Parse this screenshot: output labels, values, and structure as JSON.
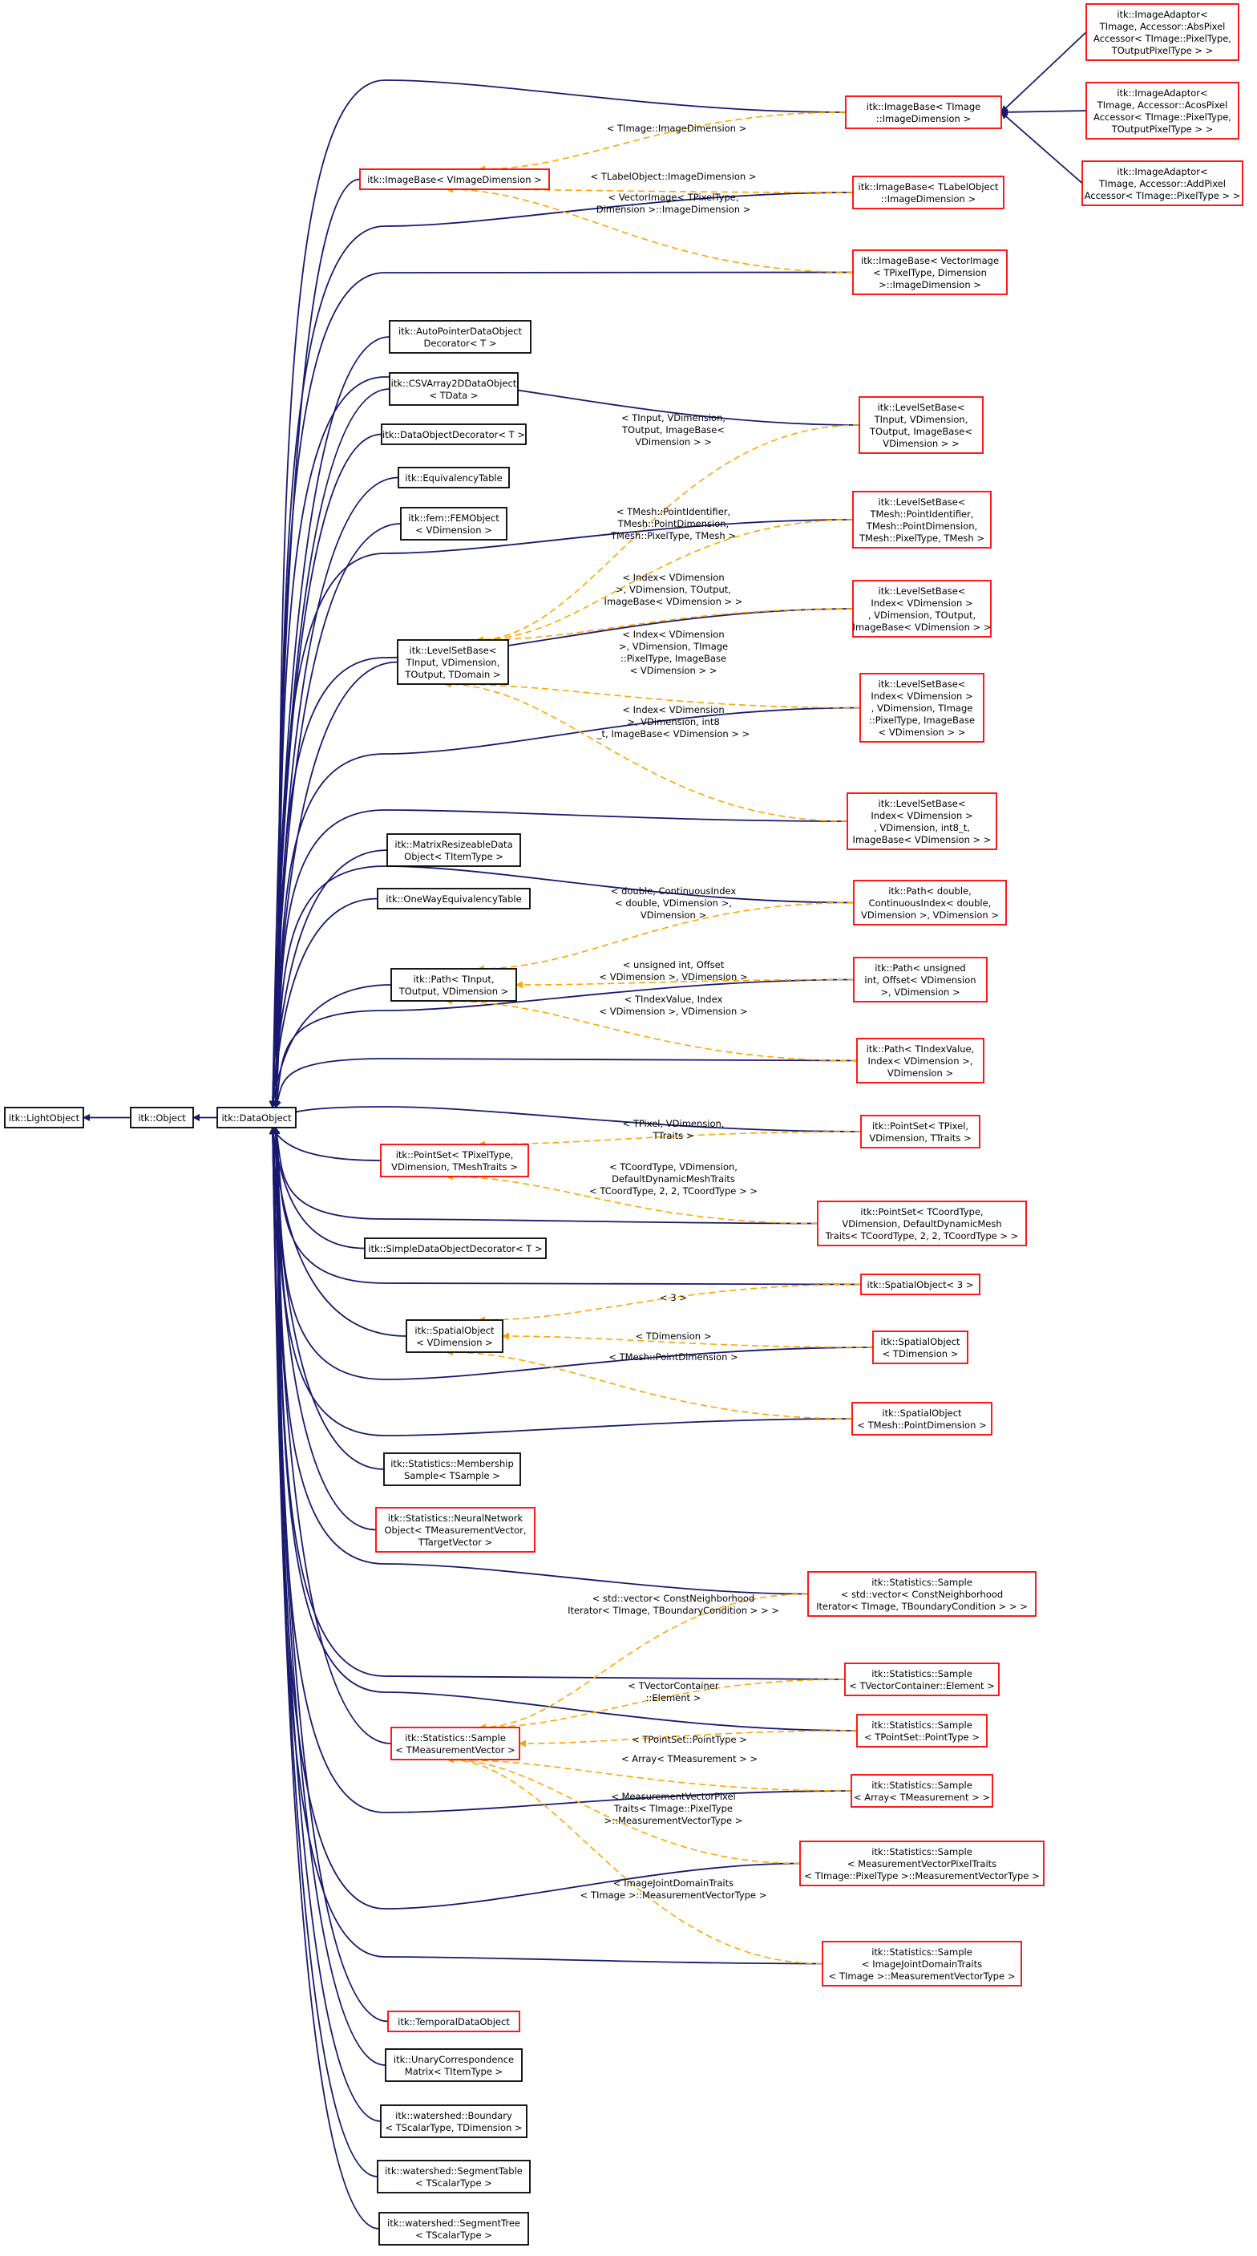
{
  "colors": {
    "inheritance": "#191970",
    "template": "#ffa500",
    "node_default_border": "#000000",
    "node_undocumented_border": "#ff0000",
    "node_focus_fill": "#bfbfbf"
  },
  "nodes": [
    {
      "id": "lightobject",
      "lines": [
        "itk::LightObject"
      ],
      "kind": "default"
    },
    {
      "id": "object",
      "lines": [
        "itk::Object"
      ],
      "kind": "default"
    },
    {
      "id": "dataobject",
      "lines": [
        "itk::DataObject"
      ],
      "kind": "focus"
    },
    {
      "id": "imagebase",
      "lines": [
        "itk::ImageBase< VImageDimension >"
      ],
      "kind": "red"
    },
    {
      "id": "imagebase_t",
      "lines": [
        "itk::ImageBase< TImage",
        "::ImageDimension >"
      ],
      "kind": "red"
    },
    {
      "id": "imagebase_label",
      "lines": [
        "itk::ImageBase< TLabelObject",
        "::ImageDimension >"
      ],
      "kind": "red"
    },
    {
      "id": "imagebase_vec",
      "lines": [
        "itk::ImageBase< VectorImage",
        "< TPixelType, Dimension",
        ">::ImageDimension >"
      ],
      "kind": "red"
    },
    {
      "id": "adaptor_abs",
      "lines": [
        "itk::ImageAdaptor<",
        "TImage, Accessor::AbsPixel",
        "Accessor< TImage::PixelType,",
        "TOutputPixelType > >"
      ],
      "kind": "red"
    },
    {
      "id": "adaptor_acos",
      "lines": [
        "itk::ImageAdaptor<",
        "TImage, Accessor::AcosPixel",
        "Accessor< TImage::PixelType,",
        "TOutputPixelType > >"
      ],
      "kind": "red"
    },
    {
      "id": "adaptor_add",
      "lines": [
        "itk::ImageAdaptor<",
        "TImage, Accessor::AddPixel",
        "Accessor< TImage::PixelType > >"
      ],
      "kind": "red"
    },
    {
      "id": "autopointer",
      "lines": [
        "itk::AutoPointerDataObject",
        "Decorator< T >"
      ],
      "kind": "default"
    },
    {
      "id": "csvarray",
      "lines": [
        "itk::CSVArray2DDataObject",
        "< TData >"
      ],
      "kind": "default"
    },
    {
      "id": "dodecorator",
      "lines": [
        "itk::DataObjectDecorator< T >"
      ],
      "kind": "default"
    },
    {
      "id": "equivalency",
      "lines": [
        "itk::EquivalencyTable"
      ],
      "kind": "default"
    },
    {
      "id": "femobject",
      "lines": [
        "itk::fem::FEMObject",
        "< VDimension >"
      ],
      "kind": "default"
    },
    {
      "id": "levelsetbase",
      "lines": [
        "itk::LevelSetBase<",
        "TInput, VDimension,",
        "TOutput, TDomain >"
      ],
      "kind": "default"
    },
    {
      "id": "lsb1",
      "lines": [
        "itk::LevelSetBase<",
        "TInput, VDimension,",
        "TOutput, ImageBase<",
        "VDimension > >"
      ],
      "kind": "red"
    },
    {
      "id": "lsb2",
      "lines": [
        "itk::LevelSetBase<",
        "TMesh::PointIdentifier,",
        "TMesh::PointDimension,",
        "TMesh::PixelType, TMesh >"
      ],
      "kind": "red"
    },
    {
      "id": "lsb3",
      "lines": [
        "itk::LevelSetBase<",
        "Index< VDimension >",
        ", VDimension, TOutput,",
        "ImageBase< VDimension > >"
      ],
      "kind": "red"
    },
    {
      "id": "lsb4",
      "lines": [
        "itk::LevelSetBase<",
        "Index< VDimension >",
        ", VDimension, TImage",
        "::PixelType, ImageBase",
        "< VDimension > >"
      ],
      "kind": "red"
    },
    {
      "id": "lsb5",
      "lines": [
        "itk::LevelSetBase<",
        "Index< VDimension >",
        ", VDimension, int8_t,",
        "ImageBase< VDimension > >"
      ],
      "kind": "red"
    },
    {
      "id": "matrixresizeable",
      "lines": [
        "itk::MatrixResizeableData",
        "Object< TItemType >"
      ],
      "kind": "default"
    },
    {
      "id": "onewayequiv",
      "lines": [
        "itk::OneWayEquivalencyTable"
      ],
      "kind": "default"
    },
    {
      "id": "path",
      "lines": [
        "itk::Path< TInput,",
        "TOutput, VDimension >"
      ],
      "kind": "default"
    },
    {
      "id": "path1",
      "lines": [
        "itk::Path< double,",
        "ContinuousIndex< double,",
        "VDimension >, VDimension >"
      ],
      "kind": "red"
    },
    {
      "id": "path2",
      "lines": [
        "itk::Path< unsigned",
        "int, Offset< VDimension",
        ">, VDimension >"
      ],
      "kind": "red"
    },
    {
      "id": "path3",
      "lines": [
        "itk::Path< TIndexValue,",
        "Index< VDimension >,",
        "VDimension >"
      ],
      "kind": "red"
    },
    {
      "id": "pointset",
      "lines": [
        "itk::PointSet< TPixelType,",
        "VDimension, TMeshTraits >"
      ],
      "kind": "red"
    },
    {
      "id": "pointset1",
      "lines": [
        "itk::PointSet< TPixel,",
        "VDimension, TTraits >"
      ],
      "kind": "red"
    },
    {
      "id": "pointset2",
      "lines": [
        "itk::PointSet< TCoordType,",
        "VDimension, DefaultDynamicMesh",
        "Traits< TCoordType, 2, 2, TCoordType > >"
      ],
      "kind": "red"
    },
    {
      "id": "simpledecorator",
      "lines": [
        "itk::SimpleDataObjectDecorator< T >"
      ],
      "kind": "default"
    },
    {
      "id": "spatialobject",
      "lines": [
        "itk::SpatialObject",
        "< VDimension >"
      ],
      "kind": "default"
    },
    {
      "id": "so1",
      "lines": [
        "itk::SpatialObject< 3 >"
      ],
      "kind": "red"
    },
    {
      "id": "so2",
      "lines": [
        "itk::SpatialObject",
        "< TDimension >"
      ],
      "kind": "red"
    },
    {
      "id": "so3",
      "lines": [
        "itk::SpatialObject",
        "< TMesh::PointDimension >"
      ],
      "kind": "red"
    },
    {
      "id": "membership",
      "lines": [
        "itk::Statistics::Membership",
        "Sample< TSample >"
      ],
      "kind": "default"
    },
    {
      "id": "neuralnet",
      "lines": [
        "itk::Statistics::NeuralNetwork",
        "Object< TMeasurementVector,",
        "TTargetVector >"
      ],
      "kind": "red"
    },
    {
      "id": "sample",
      "lines": [
        "itk::Statistics::Sample",
        "< TMeasurementVector >"
      ],
      "kind": "red"
    },
    {
      "id": "sample1",
      "lines": [
        "itk::Statistics::Sample",
        "< std::vector< ConstNeighborhood",
        "Iterator< TImage, TBoundaryCondition > > >"
      ],
      "kind": "red"
    },
    {
      "id": "sample2",
      "lines": [
        "itk::Statistics::Sample",
        "< TVectorContainer::Element >"
      ],
      "kind": "red"
    },
    {
      "id": "sample3",
      "lines": [
        "itk::Statistics::Sample",
        "< TPointSet::PointType >"
      ],
      "kind": "red"
    },
    {
      "id": "sample4",
      "lines": [
        "itk::Statistics::Sample",
        "< Array< TMeasurement > >"
      ],
      "kind": "red"
    },
    {
      "id": "sample5",
      "lines": [
        "itk::Statistics::Sample",
        "< MeasurementVectorPixelTraits",
        "< TImage::PixelType >::MeasurementVectorType >"
      ],
      "kind": "red"
    },
    {
      "id": "sample6",
      "lines": [
        "itk::Statistics::Sample",
        "< ImageJointDomainTraits",
        "< TImage >::MeasurementVectorType >"
      ],
      "kind": "red"
    },
    {
      "id": "temporal",
      "lines": [
        "itk::TemporalDataObject"
      ],
      "kind": "red"
    },
    {
      "id": "unarycorr",
      "lines": [
        "itk::UnaryCorrespondence",
        "Matrix< TItemType >"
      ],
      "kind": "default"
    },
    {
      "id": "wsboundary",
      "lines": [
        "itk::watershed::Boundary",
        "< TScalarType, TDimension >"
      ],
      "kind": "default"
    },
    {
      "id": "wssegtable",
      "lines": [
        "itk::watershed::SegmentTable",
        "< TScalarType >"
      ],
      "kind": "default"
    },
    {
      "id": "wssegtree",
      "lines": [
        "itk::watershed::SegmentTree",
        "< TScalarType >"
      ],
      "kind": "default"
    }
  ],
  "edge_labels": [
    {
      "id": "lbl_ib_t",
      "lines": [
        "< TImage::ImageDimension >"
      ]
    },
    {
      "id": "lbl_ib_label",
      "lines": [
        "< TLabelObject::ImageDimension >"
      ]
    },
    {
      "id": "lbl_ib_vec",
      "lines": [
        "< VectorImage< TPixelType,",
        "Dimension >::ImageDimension >"
      ]
    },
    {
      "id": "lbl_lsb1",
      "lines": [
        "< TInput, VDimension,",
        "TOutput, ImageBase<",
        "VDimension > >"
      ]
    },
    {
      "id": "lbl_lsb2",
      "lines": [
        "< TMesh::PointIdentifier,",
        "TMesh::PointDimension,",
        "TMesh::PixelType, TMesh >"
      ]
    },
    {
      "id": "lbl_lsb3",
      "lines": [
        "< Index< VDimension",
        ">, VDimension, TOutput,",
        "ImageBase< VDimension > >"
      ]
    },
    {
      "id": "lbl_lsb4",
      "lines": [
        "< Index< VDimension",
        ">, VDimension, TImage",
        "::PixelType, ImageBase",
        "< VDimension > >"
      ]
    },
    {
      "id": "lbl_lsb5",
      "lines": [
        "< Index< VDimension",
        ">, VDimension, int8",
        "_t, ImageBase< VDimension > >"
      ]
    },
    {
      "id": "lbl_path1",
      "lines": [
        "< double, ContinuousIndex",
        "< double, VDimension >,",
        "VDimension >"
      ]
    },
    {
      "id": "lbl_path2",
      "lines": [
        "< unsigned int, Offset",
        "< VDimension >, VDimension >"
      ]
    },
    {
      "id": "lbl_path3",
      "lines": [
        "< TIndexValue, Index",
        "< VDimension >, VDimension >"
      ]
    },
    {
      "id": "lbl_ps1",
      "lines": [
        "< TPixel, VDimension,",
        "TTraits >"
      ]
    },
    {
      "id": "lbl_ps2",
      "lines": [
        "< TCoordType, VDimension,",
        "DefaultDynamicMeshTraits",
        "< TCoordType, 2, 2, TCoordType > >"
      ]
    },
    {
      "id": "lbl_so1",
      "lines": [
        "< 3 >"
      ]
    },
    {
      "id": "lbl_so2",
      "lines": [
        "< TDimension >"
      ]
    },
    {
      "id": "lbl_so3",
      "lines": [
        "< TMesh::PointDimension >"
      ]
    },
    {
      "id": "lbl_s1",
      "lines": [
        "< std::vector< ConstNeighborhood",
        "Iterator< TImage, TBoundaryCondition > > >"
      ]
    },
    {
      "id": "lbl_s2",
      "lines": [
        "< TVectorContainer",
        "::Element >"
      ]
    },
    {
      "id": "lbl_s3",
      "lines": [
        "< TPointSet::PointType >"
      ]
    },
    {
      "id": "lbl_s4",
      "lines": [
        "< Array< TMeasurement > >"
      ]
    },
    {
      "id": "lbl_s5",
      "lines": [
        "< MeasurementVectorPixel",
        "Traits< TImage::PixelType",
        ">::MeasurementVectorType >"
      ]
    },
    {
      "id": "lbl_s6",
      "lines": [
        "< ImageJointDomainTraits",
        "< TImage >::MeasurementVectorType >"
      ]
    }
  ]
}
